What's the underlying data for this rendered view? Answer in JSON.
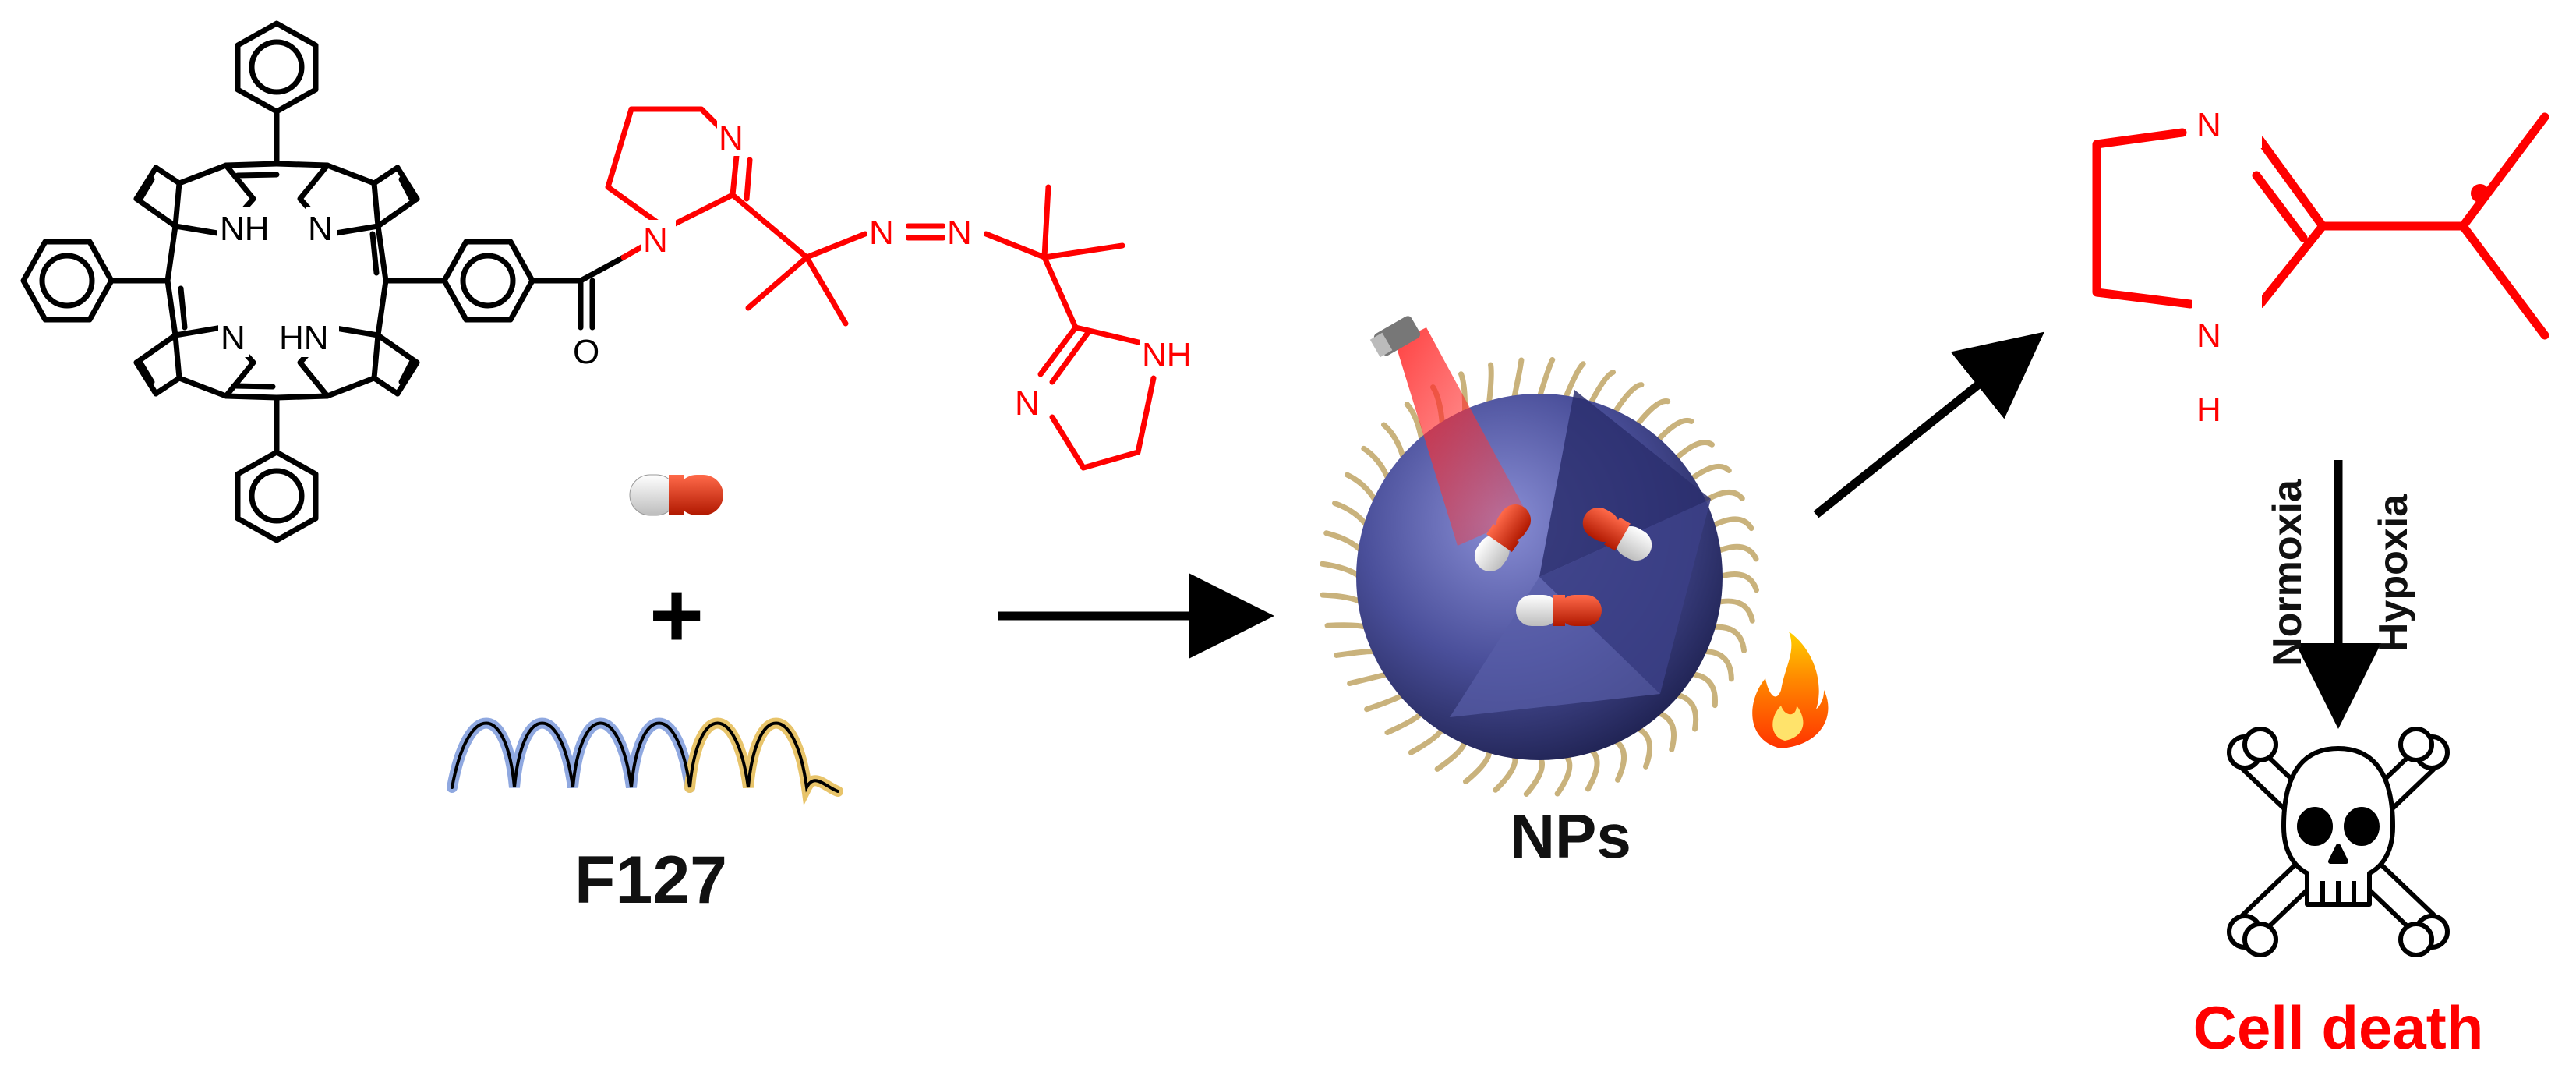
{
  "labels": {
    "plus": "+",
    "polymer": "F127",
    "nanoparticles": "NPs",
    "normoxia": "Normoxia",
    "hypoxia": "Hypoxia",
    "outcome": "Cell death"
  },
  "atoms": {
    "nh1": "NH",
    "n1": "N",
    "n2": "N",
    "hn1": "HN",
    "carbonyl_o": "O",
    "ring_n_top": "N",
    "ring_n_amide": "N",
    "azo_n1": "N",
    "azo_n2": "N",
    "ring2_nh": "NH",
    "ring2_n": "N",
    "product_n": "N",
    "product_nh_n": "N",
    "product_nh_h": "H"
  },
  "colors": {
    "black": "#000000",
    "red": "#ff0000",
    "sphere": "#4a4f9a",
    "capsule_red": "#d42a10",
    "polymer_blue": "#8fa8e0",
    "polymer_yellow": "#e8c46a",
    "chain_tan": "#c9b27c"
  }
}
